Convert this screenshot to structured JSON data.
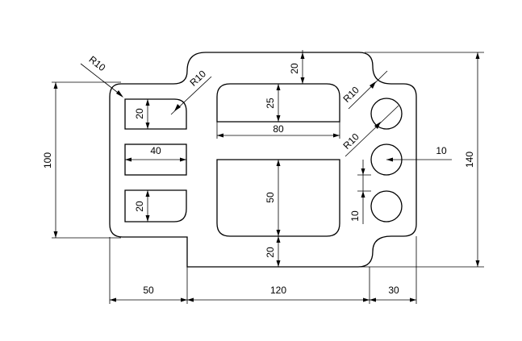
{
  "dimensions": {
    "overall_width_left": "50",
    "overall_width_mid": "120",
    "overall_width_right": "30",
    "height_left": "100",
    "height_right": "140",
    "top_step": "20",
    "bottom_step": "20",
    "slot_top": "20",
    "slot_mid": "40",
    "slot_bottom": "20",
    "pocket_top_h": "25",
    "pocket_top_w": "80",
    "pocket_bottom_h": "50",
    "hole_dia": "10",
    "hole_spacing": "10",
    "radius_outer_tl": "R10",
    "radius_slot": "R10",
    "radius_outer_tr": "R10",
    "radius_hole": "R10"
  }
}
